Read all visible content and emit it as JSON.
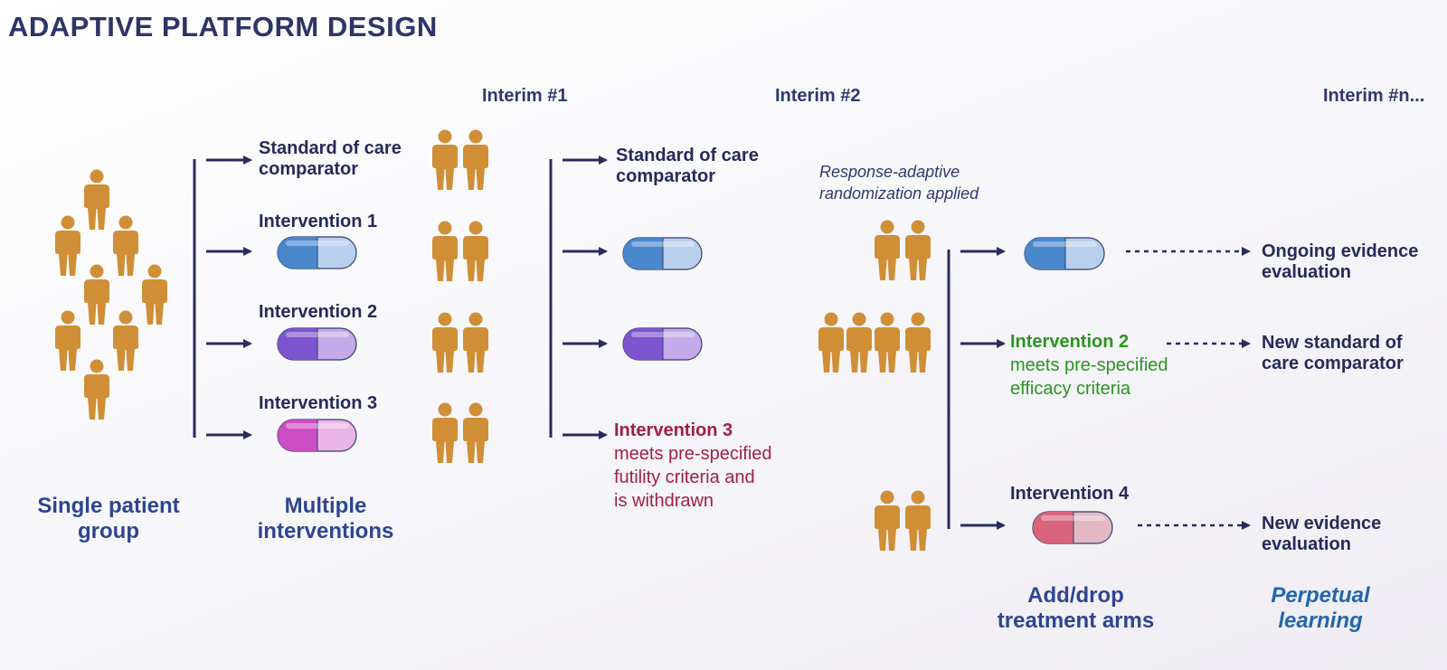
{
  "title": "ADAPTIVE PLATFORM DESIGN",
  "interims": [
    "Interim #1",
    "Interim #2",
    "Interim #n..."
  ],
  "stage1": {
    "arms": [
      {
        "label_lines": [
          "Standard of care",
          "comparator"
        ]
      },
      {
        "label": "Intervention 1",
        "pill": "blue"
      },
      {
        "label": "Intervention 2",
        "pill": "purple"
      },
      {
        "label": "Intervention 3",
        "pill": "magenta"
      }
    ]
  },
  "stage2": {
    "comparator_lines": [
      "Standard of care",
      "comparator"
    ],
    "withdrawn": {
      "title": "Intervention 3",
      "lines": [
        "meets pre-specified",
        "futility criteria and",
        "is withdrawn"
      ]
    }
  },
  "stage3": {
    "response_adaptive_lines": [
      "Response-adaptive",
      "randomization applied"
    ],
    "success": {
      "title": "Intervention 2",
      "lines": [
        "meets pre-specified",
        "efficacy criteria"
      ]
    },
    "new_arm": {
      "label": "Intervention 4",
      "pill": "pink"
    }
  },
  "outcomes": {
    "ongoing_lines": [
      "Ongoing evidence",
      "evaluation"
    ],
    "new_standard_lines": [
      "New standard of",
      "care comparator"
    ],
    "new_evidence_lines": [
      "New evidence",
      "evaluation"
    ]
  },
  "footers": {
    "single_group_lines": [
      "Single patient",
      "group"
    ],
    "multiple_lines": [
      "Multiple",
      "interventions"
    ],
    "add_drop_lines": [
      "Add/drop",
      "treatment arms"
    ],
    "perpetual_lines": [
      "Perpetual",
      "learning"
    ]
  },
  "colors": {
    "navy": "#2a2c5e",
    "person": "#d08f36",
    "green": "#2b9421",
    "red": "#a21f42",
    "pill_blue": "#4a87cc",
    "pill_purple": "#7e54d0",
    "pill_magenta": "#cc4ec4",
    "pill_pink": "#d8647e"
  }
}
